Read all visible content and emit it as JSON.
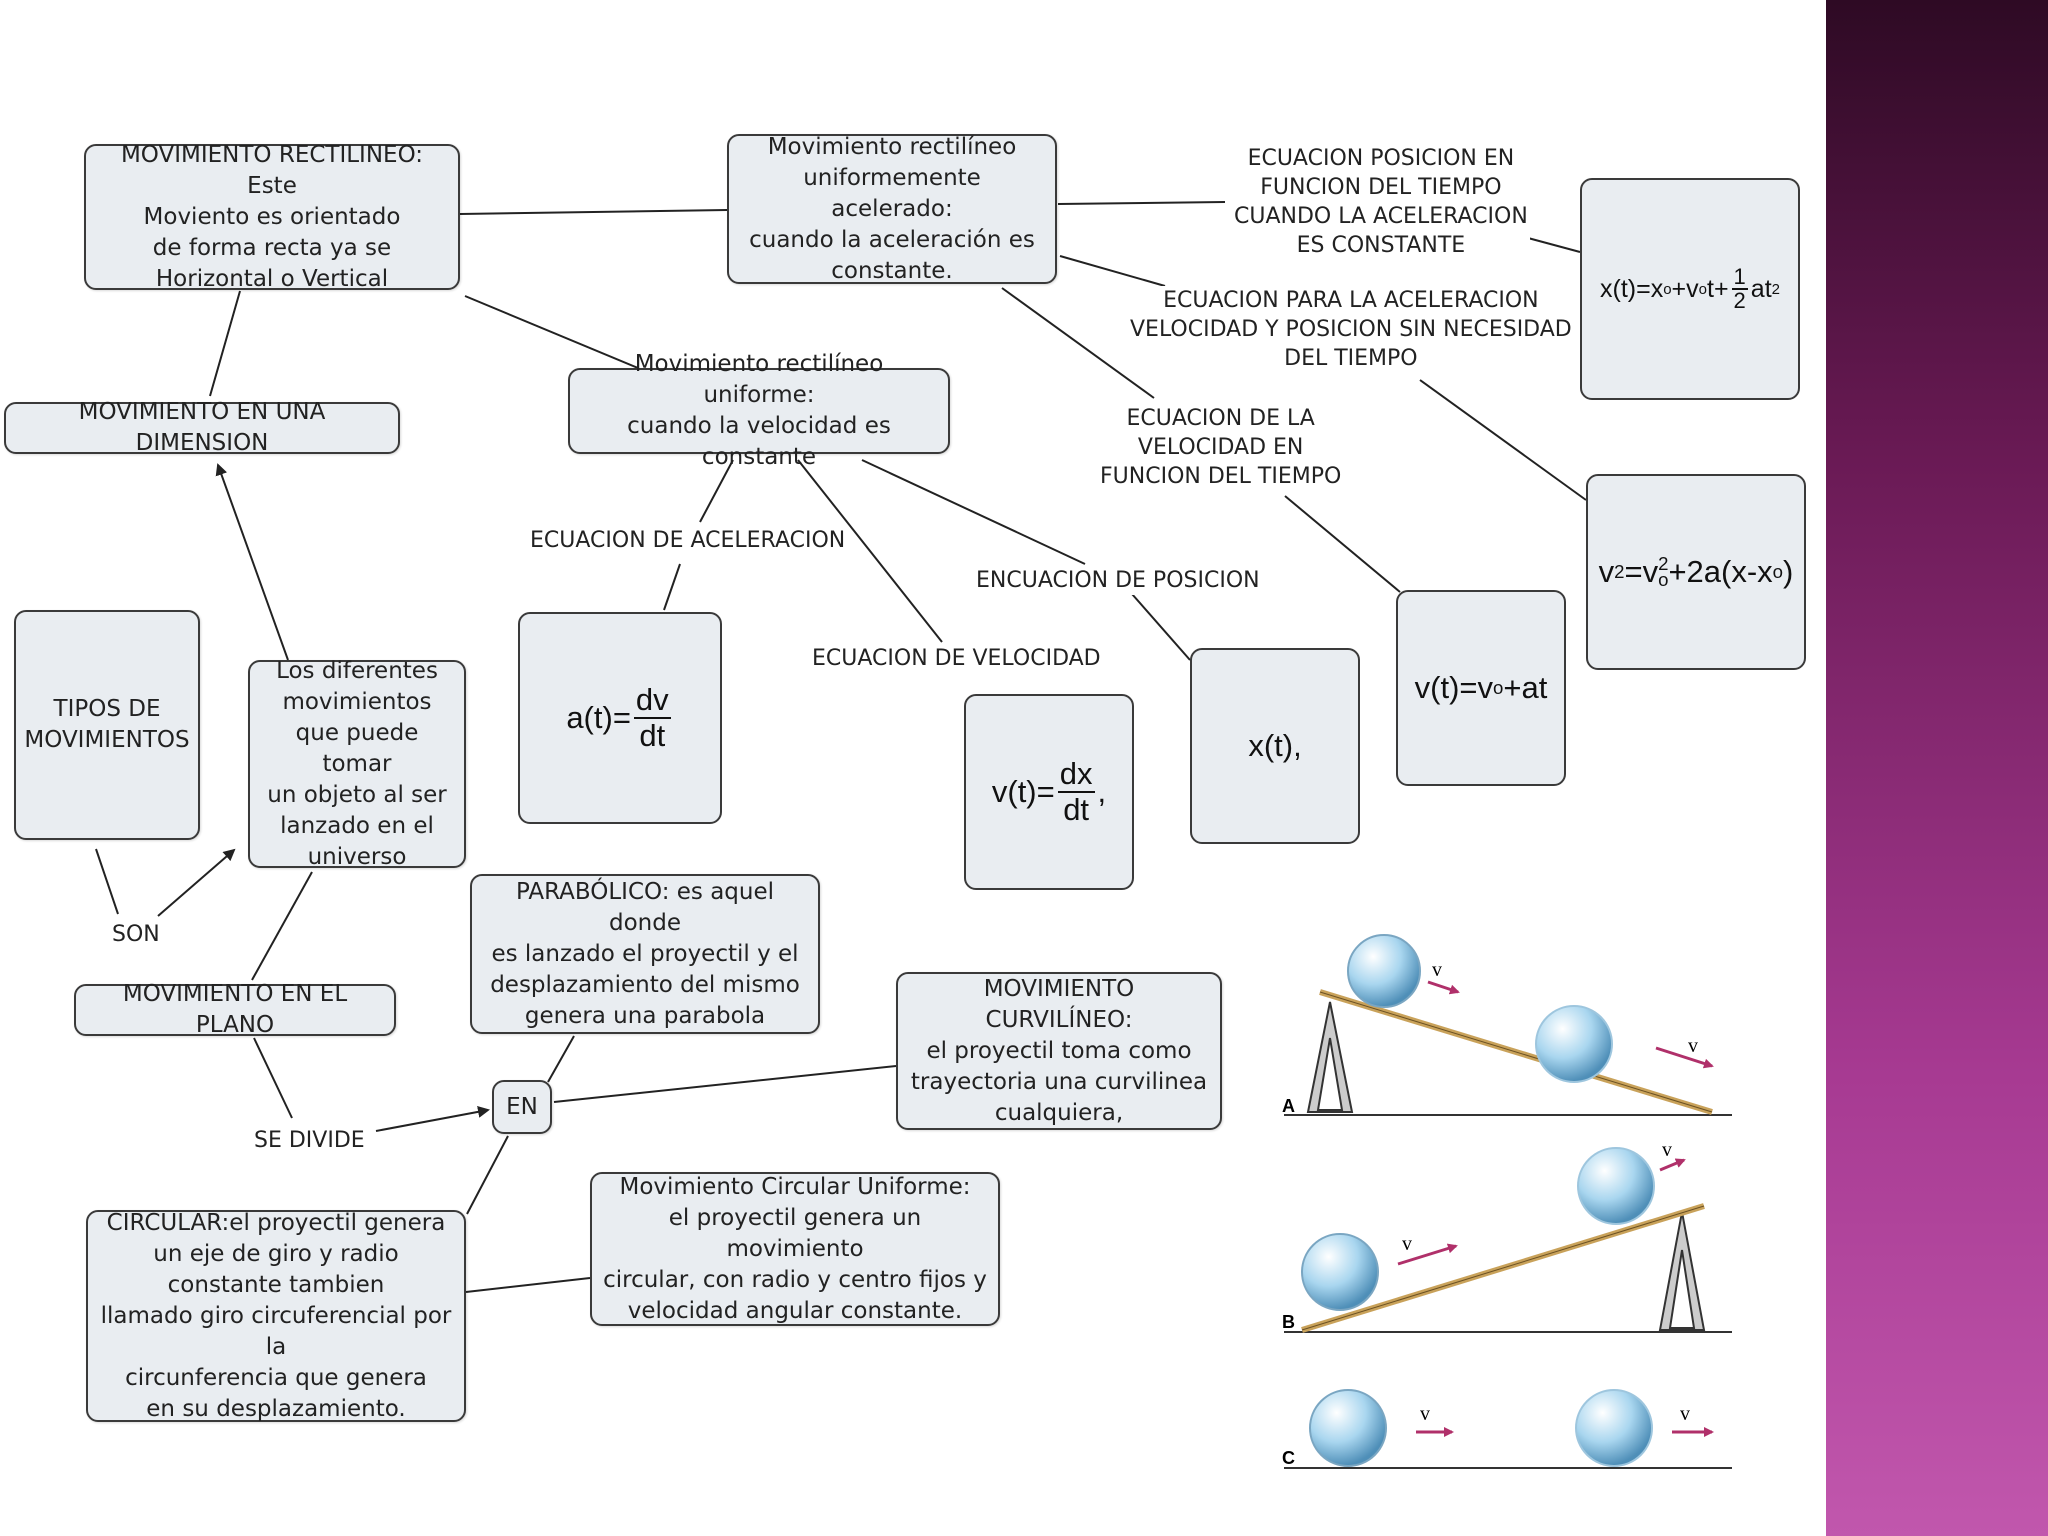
{
  "colors": {
    "node_fill": "#e9edf1",
    "node_border": "#3a3a3a",
    "line": "#222222",
    "panel_top": "#2e0a24",
    "panel_bottom": "#c157ad",
    "ball": "#a9d6ef",
    "velocity_arrow": "#b0306a",
    "ramp": "#c9a25a"
  },
  "nodes": {
    "tipos": "TIPOS DE\nMOVIMIENTOS",
    "diferentes": "Los diferentes\nmovimientos\nque puede tomar\nun objeto al ser\nlanzado en el\nuniverso",
    "una_dimension": "MOVIMIENTO EN UNA DIMENSION",
    "rectilineo": "MOVIMIENTO RECTILINEO: Este\nMoviento es orientado\nde forma recta ya se\nHorizontal o Vertical",
    "mrua": "Movimiento rectilíneo\nuniformemente acelerado:\ncuando la aceleración es\nconstante.",
    "mru": "Movimiento rectilíneo uniforme:\ncuando la velocidad es constante",
    "plano": "MOVIMIENTO EN EL PLANO",
    "parabolico": "PARABÓLICO: es aquel donde\nes lanzado el proyectil y el\ndesplazamiento del mismo\ngenera una parabola",
    "en": "EN",
    "curvilineo": "MOVIMIENTO CURVILÍNEO:\nel proyectil toma como\ntrayectoria una curvilinea\ncualquiera,",
    "circular": "CIRCULAR:el proyectil genera\nun eje de giro y radio\nconstante tambien\nllamado giro circuferencial por la\ncircunferencia que genera\nen su desplazamiento.",
    "mcu": "Movimiento Circular Uniforme:\nel proyectil genera un  movimiento\ncircular, con radio y centro fijos y\nvelocidad angular constante."
  },
  "labels": {
    "son": "SON",
    "se_divide": "SE DIVIDE",
    "ec_aceleracion": "ECUACION DE ACELERACION",
    "ec_velocidad": "ECUACION DE VELOCIDAD",
    "ec_posicion": "ENCUACION DE POSICION",
    "ec_vel_tiempo": "ECUACION DE  LA\nVELOCIDAD EN\nFUNCION DEL TIEMPO",
    "ec_sin_tiempo": "ECUACION PARA LA ACELERACION\nVELOCIDAD Y POSICION SIN NECESIDAD\nDEL TIEMPO",
    "ec_pos_tiempo": "ECUACION  POSICION EN\nFUNCION  DEL TIEMPO\nCUANDO LA ACELERACION\nES CONSTANTE"
  },
  "formulas": {
    "accel": {
      "lhs": "a(t)=",
      "num": "dv",
      "den": "dt"
    },
    "vel": {
      "lhs": "v(t)=",
      "num": "dx",
      "den": "dt",
      "tail": ","
    },
    "pos": {
      "text": "x(t),"
    },
    "vel_time": {
      "a": "v(t)=v",
      "sub": "o",
      "b": "+at"
    },
    "vsq": {
      "a": "v",
      "sup1": "2",
      "b": "=v",
      "sub1": "o",
      "sup2": "2",
      "c": "+2a(x-x",
      "sub2": "o",
      "d": ")"
    },
    "pos_time": {
      "a": "x(t)=x",
      "sub1": "o",
      "b": "+v",
      "sub2": "o",
      "c": "t+",
      "num": "1",
      "den": "2",
      "d": "at",
      "sup": "2"
    }
  },
  "illustration": {
    "panel_a": "A",
    "panel_b": "B",
    "panel_c": "C",
    "velocity": "v"
  }
}
